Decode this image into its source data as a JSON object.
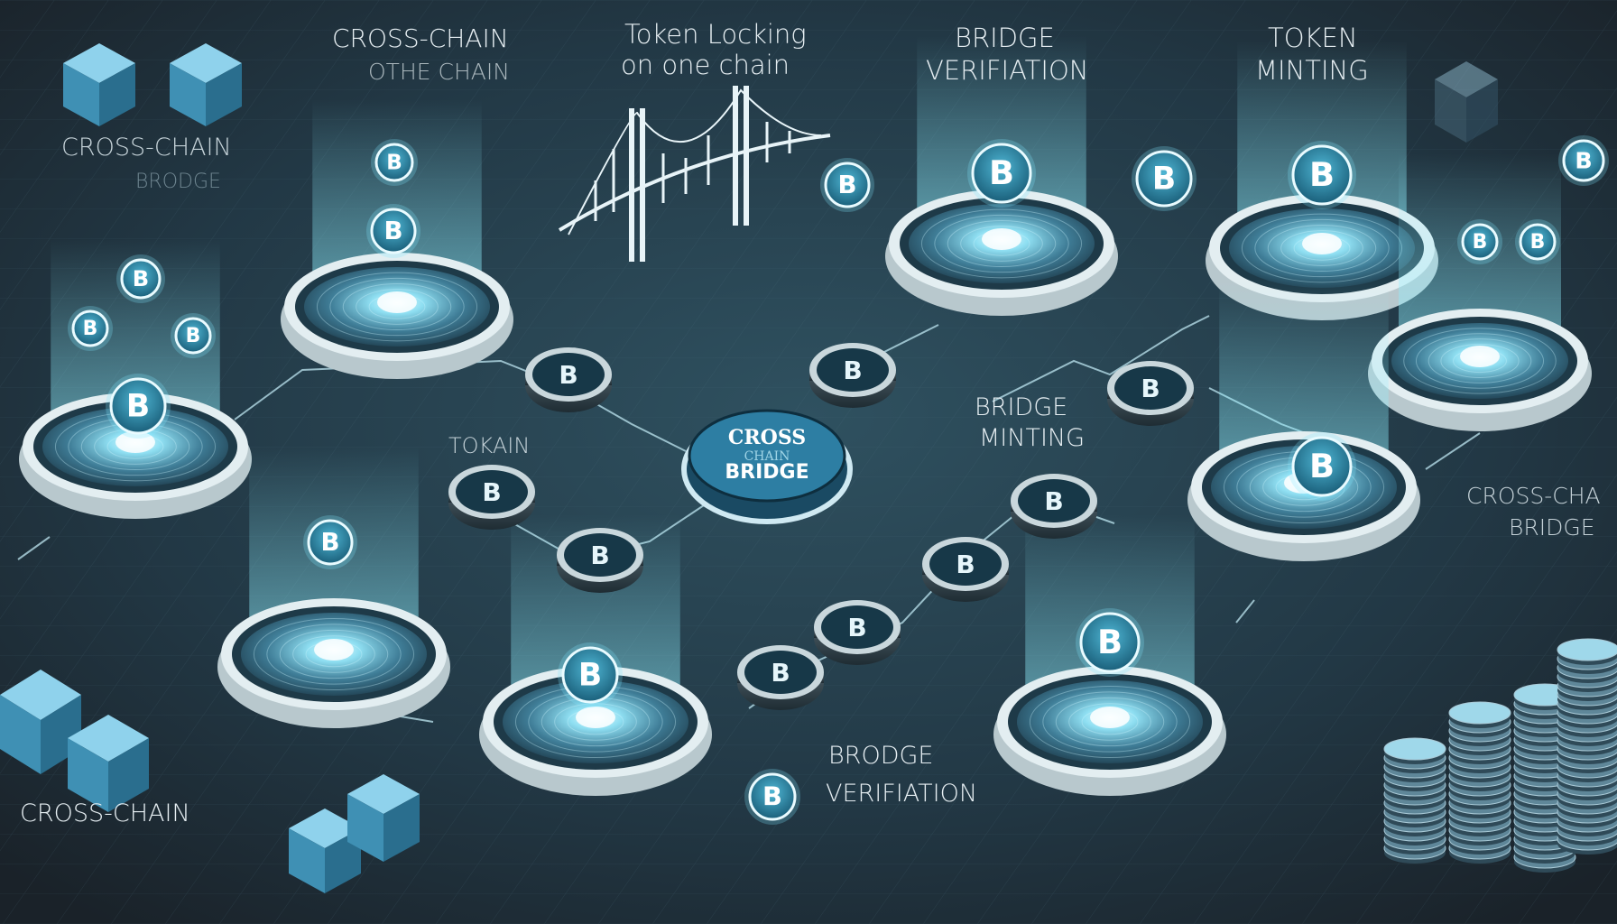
{
  "labels": {
    "top_left_1": "CROSS-CHAIN",
    "top_left_2": "OTHE CHAIN",
    "token_locking_1": "Token Locking",
    "token_locking_2": "on one chain",
    "bridge_verif_top_1": "BRIDGE",
    "bridge_verif_top_2": "VERIFIATION",
    "token_minting_1": "TOKEN",
    "token_minting_2": "MINTING",
    "corner_1": "CROSS-CHAIN",
    "corner_2": "BRODGE",
    "tokain": "TOKAIN",
    "bridge_minting_1": "BRIDGE",
    "bridge_minting_2": "MINTING",
    "right_1": "CROSS-CHA",
    "right_2": "BRIDGE",
    "bottom_left": "CROSS-CHAIN",
    "bottom_verif_1": "BRODGE",
    "bottom_verif_2": "VERIFIATION"
  },
  "center_badge": {
    "line1": "CROSS",
    "line2": "CHAIN",
    "line3": "BRIDGE"
  },
  "coin_symbol": "B",
  "colors": {
    "background": "#1b2a35",
    "glow": "#7fe8ff",
    "coin": "#1d8fb5",
    "platform_rim": "#d9e6ea",
    "text": "#c9d9e2"
  }
}
